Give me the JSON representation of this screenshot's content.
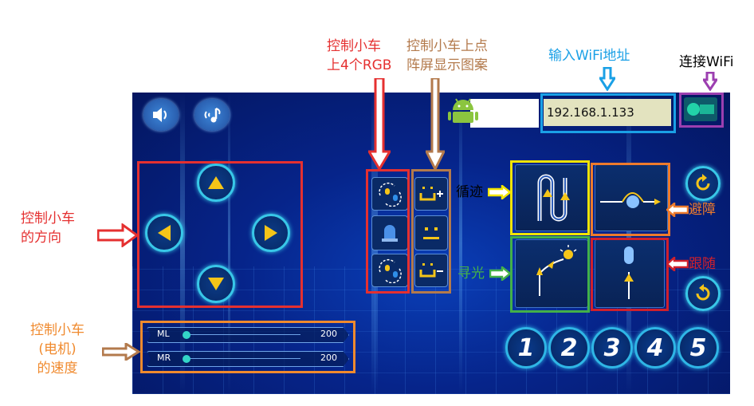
{
  "annotations": {
    "rgb": "控制小车\n上4个RGB",
    "matrix": "控制小车上点\n阵屏显示图案",
    "wifi_address": "输入WiFi地址",
    "wifi_connect": "连接WiFi",
    "direction": "控制小车\n的方向",
    "motor_speed": "控制小车\n(电机)\n的速度",
    "line_follow": "循迹",
    "avoid": "避障",
    "light_seek": "寻光",
    "follow": "跟随"
  },
  "colors": {
    "red": "#e53030",
    "brown": "#b37a4c",
    "blue_annot": "#1aa0e6",
    "purple": "#9c3fb0",
    "yellow": "#f2e400",
    "orange": "#ee7b2c",
    "green": "#43b049",
    "crimson": "#d0202c",
    "orange_box": "#f08a2e"
  },
  "wifi": {
    "ip_value": "192.168.1.133"
  },
  "sliders": [
    {
      "label": "ML",
      "value": "200",
      "level": 0.0
    },
    {
      "label": "MR",
      "value": "200",
      "level": 0.0
    }
  ],
  "number_buttons": [
    "1",
    "2",
    "3",
    "4",
    "5"
  ],
  "icons": {
    "sound": "speaker-icon",
    "music": "music-note-icon",
    "android": "android-icon",
    "toggle": "wifi-toggle-switch"
  }
}
